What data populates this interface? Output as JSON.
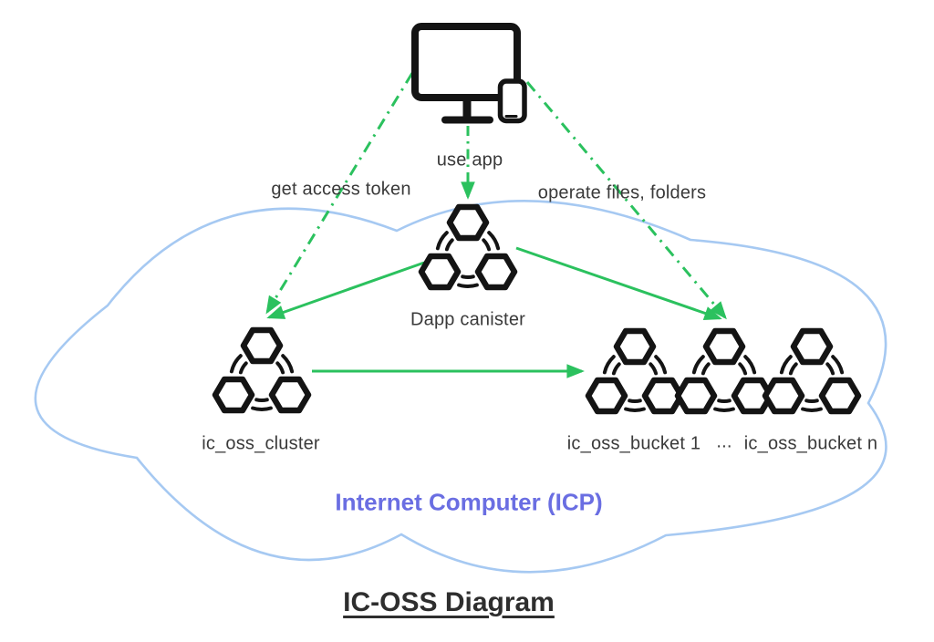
{
  "diagram": {
    "title": "IC-OSS Diagram",
    "network_label": "Internet Computer (ICP)",
    "nodes": {
      "dapp_canister": "Dapp canister",
      "oss_cluster": "ic_oss_cluster",
      "oss_bucket_1": "ic_oss_bucket 1",
      "bucket_ellipsis": "...",
      "oss_bucket_n": "ic_oss_bucket n"
    },
    "edge_labels": {
      "use_app": "use app",
      "get_access_token": "get access token",
      "operate_files": "operate files, folders"
    },
    "colors": {
      "arrow_green": "#2bc15e",
      "cloud_blue": "#a6c9f2",
      "network_purple": "#6a6ee2",
      "icon_black": "#141414",
      "label_gray": "#3a3a3a",
      "title_dark": "#2e2e2e"
    },
    "icons": {
      "client": "desktop-and-phone-icon",
      "canister": "hexagon-cluster-canister-icon"
    }
  }
}
